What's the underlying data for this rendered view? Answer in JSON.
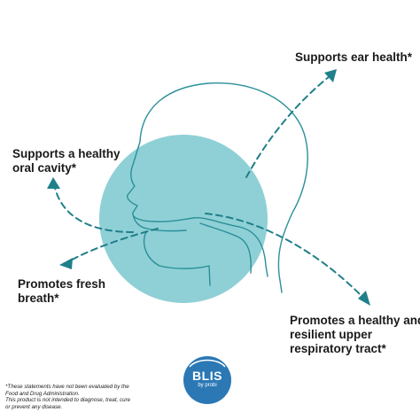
{
  "colors": {
    "circle": "#8fd0d6",
    "line": "#2a8f98",
    "arrow": "#1f7f8a",
    "logo": "#2b78b5",
    "text": "#1a1a1a"
  },
  "labels": {
    "ear": [
      "Supports ear health*"
    ],
    "oral": [
      "Supports a healthy",
      "oral cavity*"
    ],
    "breath": [
      "Promotes fresh",
      "breath*"
    ],
    "respiratory": [
      "Promotes a healthy and",
      "resilient upper",
      "respiratory tract*"
    ]
  },
  "disclaimer": [
    "*These statements have not been evaluated by the",
    "Food and Drug Administration.",
    "This product is not intended to diagnose, treat, cure",
    "or prevent any disease."
  ],
  "logo": {
    "brand": "BLIS",
    "sub": "by probi"
  },
  "icons": {
    "head": "head-profile-outline",
    "arrow": "dashed-arrow",
    "logo": "blis-logo-badge"
  }
}
